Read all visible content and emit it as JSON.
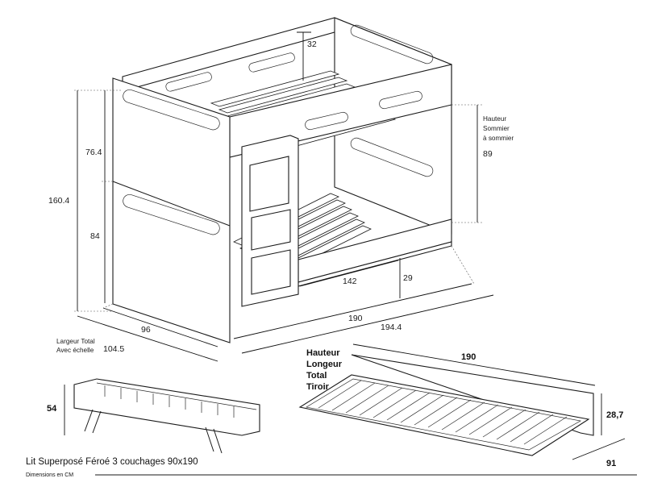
{
  "title": "Lit Superposé Féroé 3 couchages 90x190",
  "subtitle": "Dimensions en CM",
  "dims": {
    "top_gap": "32",
    "upper_height": "76.4",
    "total_height": "160.4",
    "lower_height": "84",
    "width": "96",
    "width_total": "104.5",
    "length_inner": "142",
    "drawer_gap": "29",
    "length": "190",
    "length_total": "194.4",
    "sommier_value": "89",
    "drawer_length": "190",
    "drawer_height": "28,7",
    "drawer_width": "91",
    "drawer_small_height": "54"
  },
  "labels": {
    "sommier_line1": "Hauteur",
    "sommier_line2": "Sommier",
    "sommier_line3": "à sommier",
    "largeur_line1": "Largeur Total",
    "largeur_line2": "Avec échelle",
    "drawer_title_line1": "Hauteur",
    "drawer_title_line2": "Longeur",
    "drawer_title_line3": "Total",
    "drawer_title_line4": "Tiroir"
  }
}
